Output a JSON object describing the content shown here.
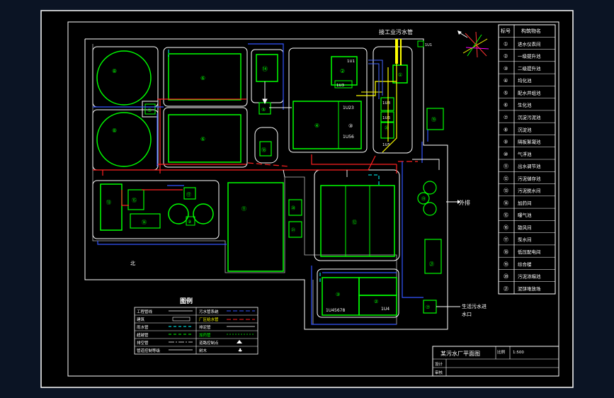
{
  "top_label": "接工业污水管",
  "top_tag": "1U1",
  "discharge_right": "外排",
  "inlet_label_1": "生活污水进",
  "inlet_label_2": "水口",
  "north_mark": "北",
  "legend": {
    "title": "图例",
    "rows": [
      {
        "left": "工程管线",
        "right": "污水管系统"
      },
      {
        "left": "建筑",
        "right": "厂区给水管"
      },
      {
        "left": "雨水管",
        "right": "排泥管"
      },
      {
        "left": "超越管",
        "right": "加药管"
      },
      {
        "left": "排空管",
        "right": "道路控制点"
      },
      {
        "left": "管道控制等级",
        "right": "树木"
      }
    ]
  },
  "index_table": {
    "header": [
      "标号",
      "构筑物名"
    ],
    "rows": [
      [
        "①",
        "进水仪表间"
      ],
      [
        "②",
        "一级提升池"
      ],
      [
        "③",
        "二级提升池"
      ],
      [
        "④",
        "均化池"
      ],
      [
        "⑤",
        "配水井组池"
      ],
      [
        "⑥",
        "生化池"
      ],
      [
        "⑦",
        "沉淀污泥池"
      ],
      [
        "⑧",
        "沉淀池"
      ],
      [
        "⑨",
        "隔板絮凝池"
      ],
      [
        "⑩",
        "气浮池"
      ],
      [
        "⑪",
        "出水调节池"
      ],
      [
        "⑫",
        "污泥储存池"
      ],
      [
        "⑬",
        "污泥脱水间"
      ],
      [
        "⑭",
        "加药间"
      ],
      [
        "⑮",
        "曝气池"
      ],
      [
        "⑯",
        "鼓风间"
      ],
      [
        "⑰",
        "泵水间"
      ],
      [
        "⑱",
        "低压配电间"
      ],
      [
        "⑲",
        "综合楼"
      ],
      [
        "⑳",
        "污泥浓缩池"
      ],
      [
        "㉑",
        "泥饼堆放场"
      ]
    ]
  },
  "title_block": {
    "name": "某污水厂平面图",
    "scale_label": "比例",
    "scale_value": "1:500",
    "r2": "设计",
    "r3": "审核"
  },
  "units": {
    "b1": "⑥",
    "b2": "⑥",
    "c1": "⑧",
    "c2": "⑧",
    "u14": "⑭",
    "u5": "⑤",
    "u18": "⑱",
    "sq": "③",
    "u2": "②",
    "u2_code": "1U1",
    "u3code": "1U3",
    "u1": "①",
    "u4": "④",
    "u4_code1": "1U23",
    "u4_code2": "1U56",
    "u4_j": "③",
    "u_stack1": "1U8",
    "u_stack2": "1U6",
    "u_stack3": "1U5",
    "u19": "⑲",
    "u13": "⑬",
    "u15": "⑮",
    "u16": "⑭",
    "u17": "⑰",
    "u9": "⑨",
    "u11": "⑪",
    "u20": "⑳",
    "u21": "㉑",
    "u12": "⑫",
    "u10": "⑩",
    "u3b": "③",
    "u3b_code": "1U45678",
    "u2b": "②",
    "u2b_code": "1U4",
    "u22": "⑫",
    "u23": "㉑",
    "u7": "⑦",
    "u20b": "⑳",
    "u20c": "⑲"
  }
}
